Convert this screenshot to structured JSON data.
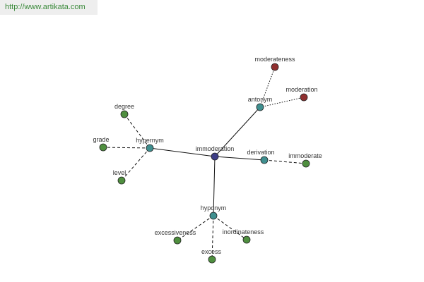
{
  "header": {
    "url": "http://www.artikata.com"
  },
  "colors": {
    "center": "#3e3e86",
    "category": "#3f8f8f",
    "leaf_green": "#4f8f3f",
    "leaf_red": "#8f2f2f",
    "edge": "#111111",
    "outline": "#222222"
  },
  "graph": {
    "nodes": [
      {
        "id": "immoderation",
        "label": "immoderation",
        "kind": "center"
      },
      {
        "id": "antonym",
        "label": "antonym",
        "kind": "category"
      },
      {
        "id": "hypernym",
        "label": "hypernym",
        "kind": "category"
      },
      {
        "id": "derivation",
        "label": "derivation",
        "kind": "category"
      },
      {
        "id": "hyponym",
        "label": "hyponym",
        "kind": "category"
      },
      {
        "id": "moderateness",
        "label": "moderateness",
        "kind": "antonym-leaf"
      },
      {
        "id": "moderation",
        "label": "moderation",
        "kind": "antonym-leaf"
      },
      {
        "id": "degree",
        "label": "degree",
        "kind": "leaf"
      },
      {
        "id": "grade",
        "label": "grade",
        "kind": "leaf"
      },
      {
        "id": "level",
        "label": "level",
        "kind": "leaf"
      },
      {
        "id": "immoderate",
        "label": "immoderate",
        "kind": "leaf"
      },
      {
        "id": "excessiveness",
        "label": "excessiveness",
        "kind": "leaf"
      },
      {
        "id": "inordinateness",
        "label": "inordinateness",
        "kind": "leaf"
      },
      {
        "id": "excess",
        "label": "excess",
        "kind": "leaf"
      }
    ],
    "edges": [
      {
        "from": "immoderation",
        "to": "antonym",
        "style": "solid"
      },
      {
        "from": "immoderation",
        "to": "hypernym",
        "style": "solid"
      },
      {
        "from": "immoderation",
        "to": "derivation",
        "style": "solid"
      },
      {
        "from": "immoderation",
        "to": "hyponym",
        "style": "solid"
      },
      {
        "from": "antonym",
        "to": "moderateness",
        "style": "dotted"
      },
      {
        "from": "antonym",
        "to": "moderation",
        "style": "dotted"
      },
      {
        "from": "hypernym",
        "to": "degree",
        "style": "dashed"
      },
      {
        "from": "hypernym",
        "to": "grade",
        "style": "dashed"
      },
      {
        "from": "hypernym",
        "to": "level",
        "style": "dashed"
      },
      {
        "from": "derivation",
        "to": "immoderate",
        "style": "dashed"
      },
      {
        "from": "hyponym",
        "to": "excessiveness",
        "style": "dashed"
      },
      {
        "from": "hyponym",
        "to": "inordinateness",
        "style": "dashed"
      },
      {
        "from": "hyponym",
        "to": "excess",
        "style": "dashed"
      }
    ]
  }
}
